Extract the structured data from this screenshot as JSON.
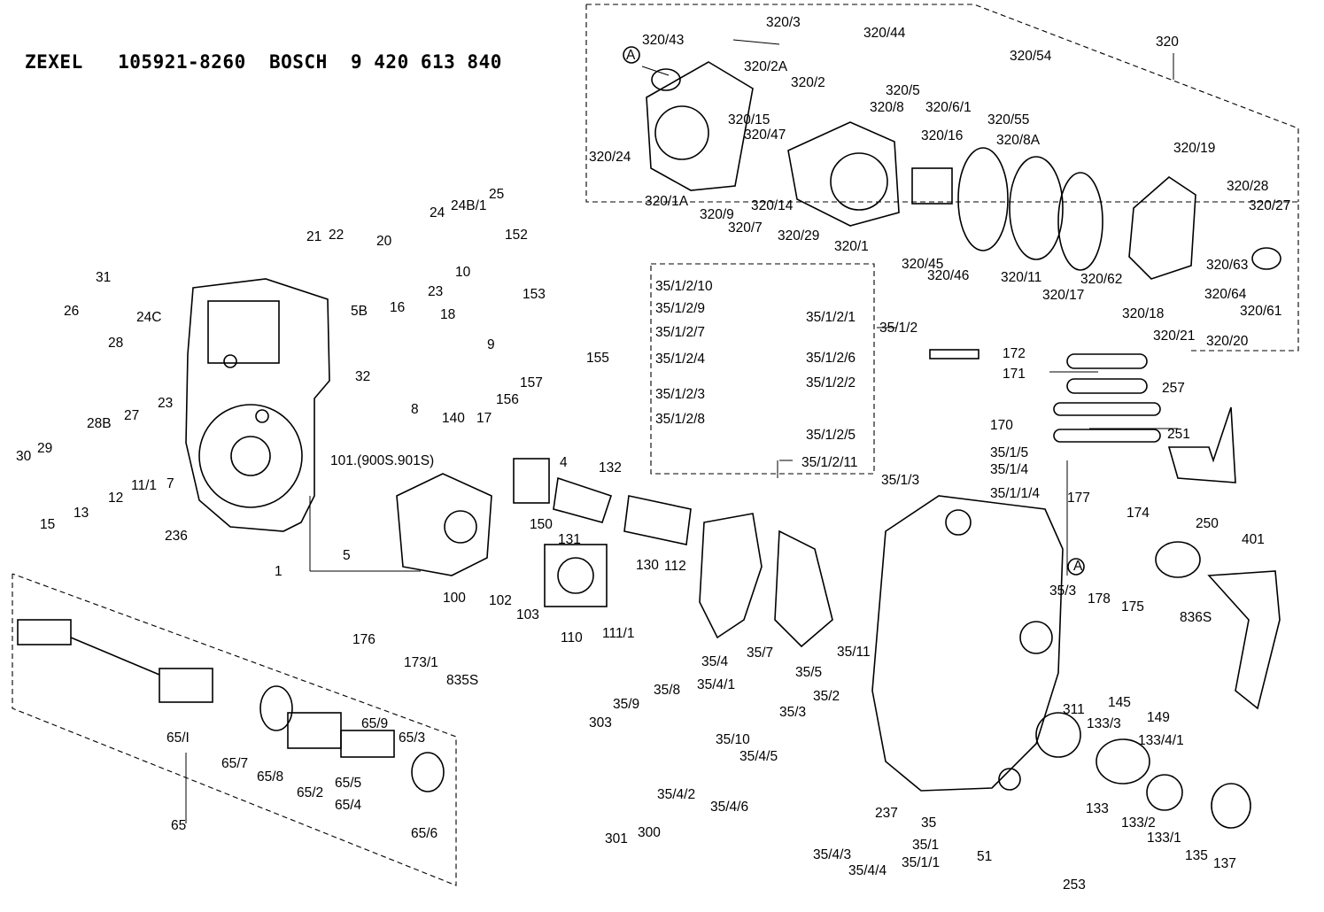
{
  "header": {
    "title": "ZEXEL   105921-8260  BOSCH  9 420 613 840"
  },
  "labels": [
    "320/3",
    "320/43",
    "320/44",
    "320/54",
    "320",
    "A",
    "320/2A",
    "320/2",
    "320/5",
    "320/6/1",
    "320/55",
    "320/8",
    "320/15",
    "320/47",
    "320/16",
    "320/8A",
    "320/24",
    "320/1A",
    "320/9",
    "320/7",
    "320/14",
    "320/29",
    "320/1",
    "320/45",
    "320/46",
    "320/11",
    "320/17",
    "320/62",
    "320/19",
    "320/28",
    "320/27",
    "320/63",
    "320/64",
    "320/61",
    "320/18",
    "320/21",
    "320/20",
    "21",
    "22",
    "20",
    "24",
    "24B/1",
    "25",
    "152",
    "10",
    "153",
    "23",
    "31",
    "26",
    "24C",
    "28",
    "5B",
    "16",
    "18",
    "9",
    "155",
    "32",
    "157",
    "156",
    "8",
    "140",
    "17",
    "4",
    "132",
    "30",
    "29",
    "28B",
    "27",
    "23",
    "11/1",
    "7",
    "15",
    "13",
    "12",
    "236",
    "101.(900S.901S)",
    "1",
    "5",
    "100",
    "150",
    "131",
    "130",
    "112",
    "102",
    "103",
    "110",
    "111/1",
    "176",
    "173/1",
    "835S",
    "35/1/2/10",
    "35/1/2/9",
    "35/1/2/1",
    "35/1/2",
    "35/1/2/7",
    "35/1/2/4",
    "35/1/2/6",
    "35/1/2/2",
    "35/1/2/3",
    "35/1/2/8",
    "35/1/2/5",
    "35/1/2/11",
    "35/1/3",
    "172",
    "171",
    "257",
    "170",
    "251",
    "35/1/5",
    "35/1/4",
    "35/1/1/4",
    "177",
    "174",
    "250",
    "401",
    "A",
    "178",
    "175",
    "836S",
    "35/3",
    "35/4",
    "35/4/1",
    "35/7",
    "35/5",
    "35/11",
    "35/8",
    "35/9",
    "303",
    "35/10",
    "35/4/5",
    "35/3",
    "35/2",
    "311",
    "145",
    "149",
    "133/3",
    "133/4/1",
    "65/I",
    "65/7",
    "65/8",
    "65/2",
    "65/9",
    "65/3",
    "65/5",
    "65/4",
    "65",
    "65/6",
    "35/4/2",
    "35/4/6",
    "301",
    "300",
    "35/4/3",
    "35/4/4",
    "237",
    "35",
    "35/1",
    "35/1/1",
    "51",
    "253",
    "133",
    "133/2",
    "133/1",
    "135",
    "137"
  ]
}
